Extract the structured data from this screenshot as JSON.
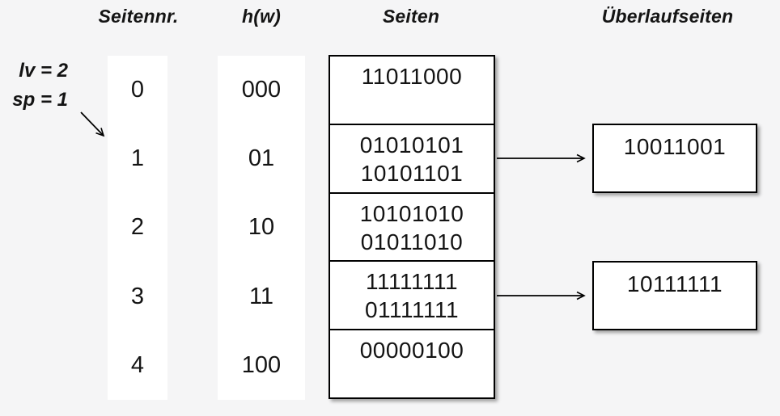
{
  "diagram": {
    "title_context": "linear-hashing page table",
    "colors": {
      "background": "#f5f5f6",
      "box_fill": "#ffffff",
      "border": "#000000",
      "text": "#141414"
    },
    "annotation": {
      "line1": "lv = 2",
      "line2": "sp = 1"
    },
    "headers": {
      "seitennr": "Seitennr.",
      "hw": "h(w)",
      "seiten": "Seiten",
      "ueberlaufseiten": "Überlaufseiten"
    },
    "rows": [
      {
        "nr": "0",
        "hw": "000",
        "values": [
          "11011000"
        ]
      },
      {
        "nr": "1",
        "hw": "01",
        "values": [
          "01010101",
          "10101101"
        ],
        "overflow": "10011001"
      },
      {
        "nr": "2",
        "hw": "10",
        "values": [
          "10101010",
          "01011010"
        ]
      },
      {
        "nr": "3",
        "hw": "11",
        "values": [
          "11111111",
          "01111111"
        ],
        "overflow": "10111111"
      },
      {
        "nr": "4",
        "hw": "100",
        "values": [
          "00000100"
        ]
      }
    ]
  }
}
